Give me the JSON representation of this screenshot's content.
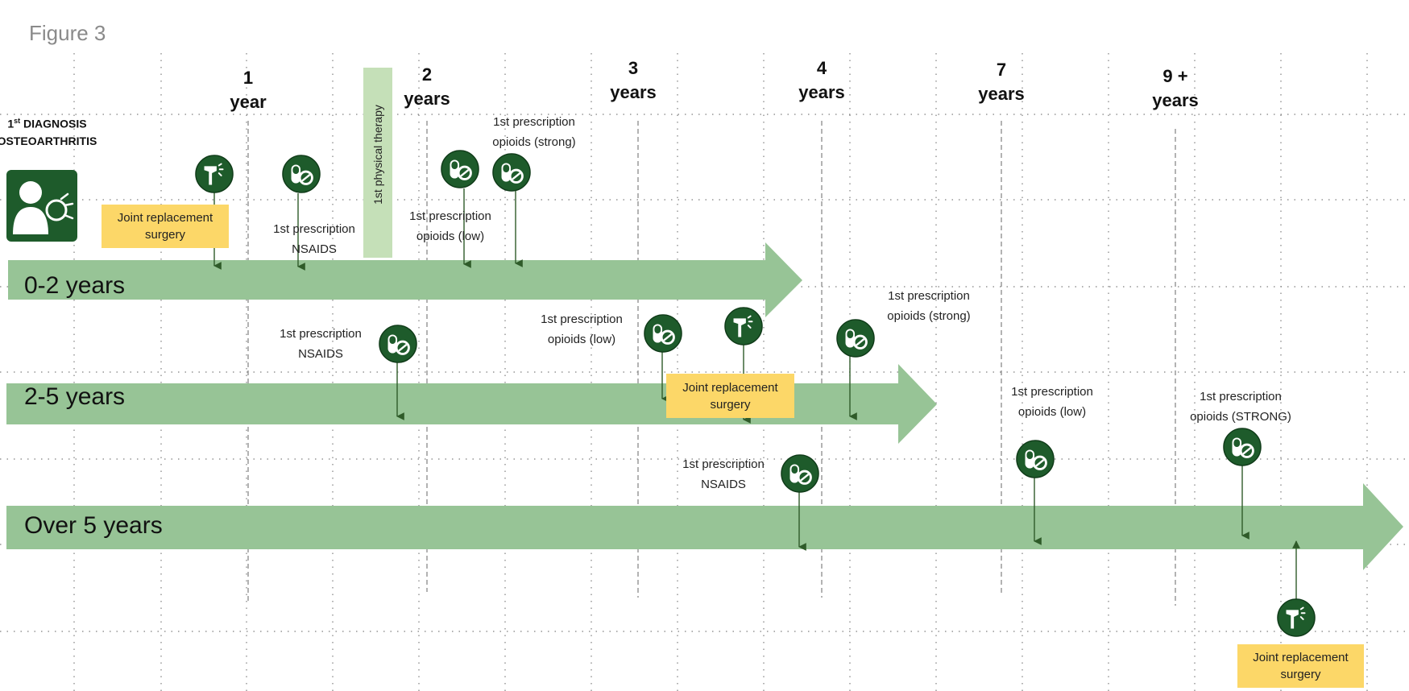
{
  "figure_title": "Figure 3",
  "diagnosis": {
    "line1": "1",
    "line1_sup": "st",
    "line1_rest": " DIAGNOSIS",
    "line2": "OSTEOARTHRITIS"
  },
  "year_labels": [
    {
      "num": "1",
      "unit": "year"
    },
    {
      "num": "2",
      "unit": "years"
    },
    {
      "num": "3",
      "unit": "years"
    },
    {
      "num": "4",
      "unit": "years"
    },
    {
      "num": "7",
      "unit": "years"
    },
    {
      "num": "9 +",
      "unit": "years"
    }
  ],
  "physical_therapy": "1st  physical therapy",
  "arrows": {
    "a1": "0-2 years",
    "a2": "2-5 years",
    "a3": "Over 5 years"
  },
  "notes": {
    "n1": {
      "line1": "1st  prescription",
      "line2": "opioids (strong)"
    },
    "n2": {
      "line1": "1st  prescription",
      "line2": "opioids (low)"
    },
    "n3": {
      "line1": "1st  prescription",
      "line2": "NSAIDS"
    },
    "n4": {
      "line1": "1st  prescription",
      "line2": "NSAIDS"
    },
    "n5": {
      "line1": "1st  prescription",
      "line2": "opioids (low)"
    },
    "n6": {
      "line1": "1st  prescription",
      "line2": "opioids (strong)"
    },
    "n7": {
      "line1": "1st  prescription",
      "line2": "opioids (low)"
    },
    "n8": {
      "line1": "1st  prescription",
      "line2": "opioids (STRONG)"
    },
    "n9": {
      "line1": "1st  prescription",
      "line2": "NSAIDS"
    }
  },
  "surgery": {
    "s1": {
      "line1": "Joint replacement",
      "line2": "surgery"
    },
    "s2": {
      "line1": "Joint replacement",
      "line2": "surgery"
    },
    "s3": {
      "line1": "Joint replacement",
      "line2": "surgery"
    }
  },
  "icons": {
    "pill": "pill-icon",
    "joint": "knee-joint-icon",
    "patient": "patient-pain-icon"
  },
  "colors": {
    "arrow": "#97c496",
    "icon_bg": "#1e5b2b",
    "surgery_box": "#fcd768",
    "pt_bar": "#c5e0b8",
    "connector": "#2f5b29"
  }
}
